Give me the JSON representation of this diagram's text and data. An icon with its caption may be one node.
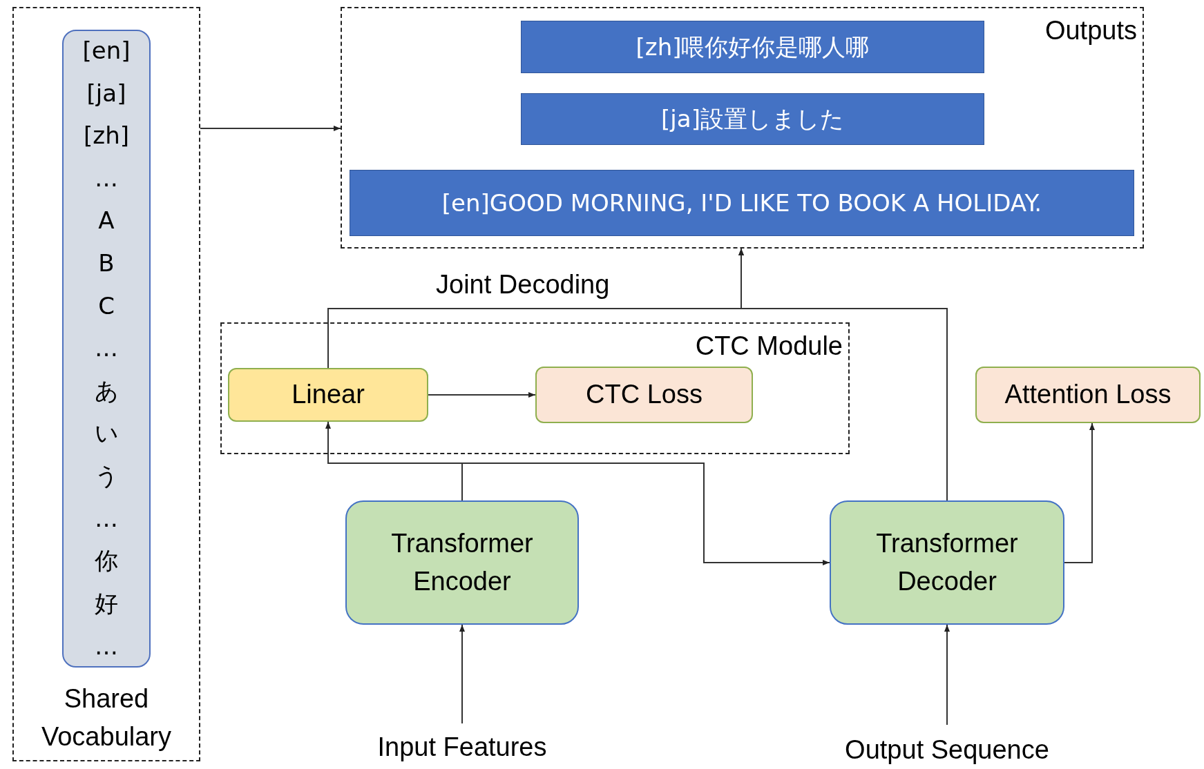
{
  "diagram": {
    "nodes": [
      {
        "text": [
          "Shared Vocabulary"
        ]
      },
      {
        "text": [
          "[en]",
          "[ja]",
          "[zh]",
          "…",
          "A",
          "B",
          "C",
          "…",
          "あ",
          "い",
          "う",
          "…",
          "你",
          "好",
          "…"
        ],
        "in": 0
      },
      {
        "text": [
          "Outputs"
        ]
      },
      {
        "text": [
          "[zh]喂你好你是哪人哪"
        ],
        "in": 2
      },
      {
        "text": [
          "[ja]設置しました"
        ],
        "in": 2
      },
      {
        "text": [
          "[en]GOOD MORNING, I'D LIKE TO BOOK A HOLIDAY."
        ],
        "in": 2
      },
      {
        "text": [
          "CTC Module"
        ]
      },
      {
        "text": [
          "Linear"
        ],
        "in": 6
      },
      {
        "text": [
          "CTC Loss"
        ],
        "in": 6
      },
      {
        "text": [
          "Attention Loss"
        ]
      },
      {
        "text": [
          "Transformer Encoder"
        ]
      },
      {
        "text": [
          "Transformer Decoder"
        ]
      },
      {
        "text": [
          "Input Features"
        ]
      },
      {
        "text": [
          "Output Sequence"
        ]
      }
    ],
    "edges": [
      {
        "from": 0,
        "to": 2,
        "arrow": "to"
      },
      {
        "from": 7,
        "to": 2,
        "arrow": "to",
        "label": "Joint Decoding"
      },
      {
        "from": 11,
        "to": 2,
        "arrow": "to"
      },
      {
        "from": 7,
        "to": 8,
        "arrow": "to"
      },
      {
        "from": 10,
        "to": 7,
        "arrow": "to"
      },
      {
        "from": 10,
        "to": 11,
        "arrow": "to"
      },
      {
        "from": 11,
        "to": 9,
        "arrow": "to"
      },
      {
        "from": 12,
        "to": 10,
        "arrow": "to"
      },
      {
        "from": 13,
        "to": 11,
        "arrow": "to"
      }
    ]
  }
}
